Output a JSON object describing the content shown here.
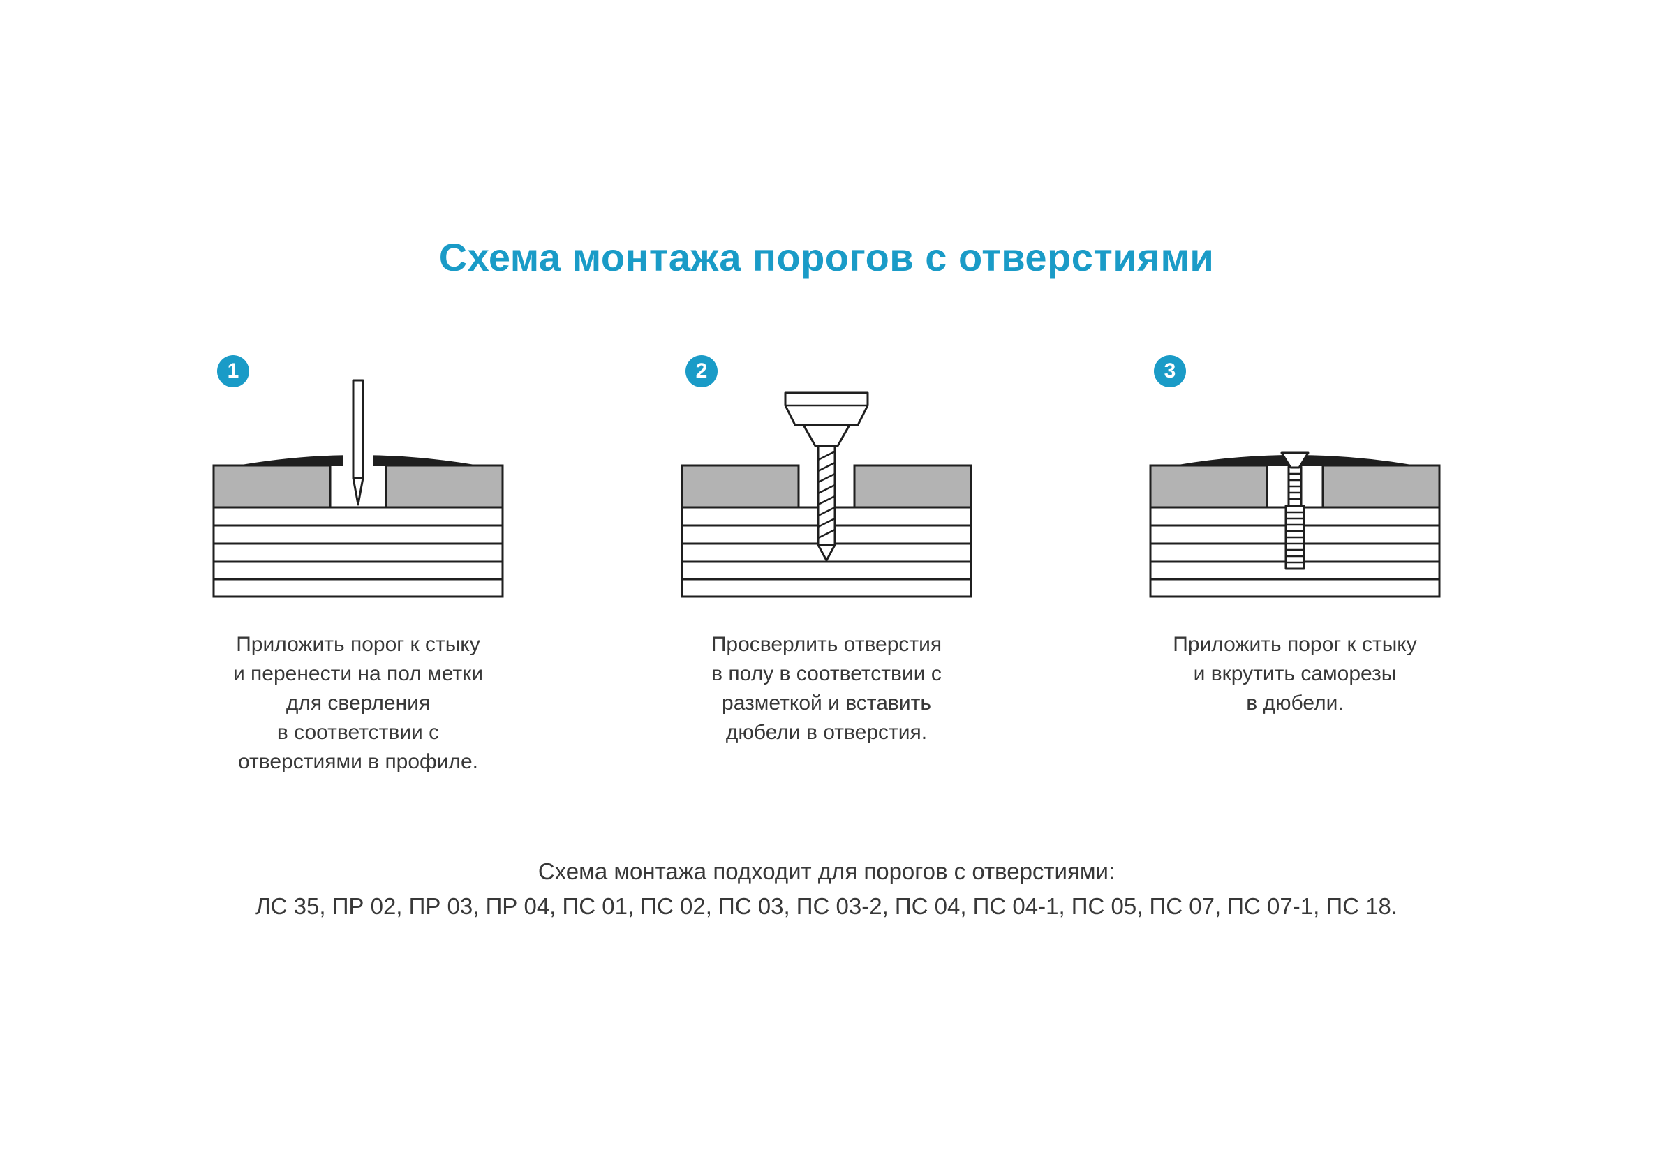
{
  "page": {
    "title": "Схема монтажа порогов с отверстиями"
  },
  "steps": [
    {
      "number": "1",
      "caption": "Приложить порог к стыку\nи перенести на пол метки\nдля сверления\nв соответствии с\nотверстиями в профиле."
    },
    {
      "number": "2",
      "caption": "Просверлить отверстия\nв полу в соответствии с\nразметкой и вставить\nдюбели в отверстия."
    },
    {
      "number": "3",
      "caption": "Приложить порог к стыку\nи вкрутить саморезы\nв дюбели."
    }
  ],
  "footer": {
    "line1": "Схема монтажа подходит для порогов с отверстиями:",
    "line2": "ЛС 35, ПР 02, ПР 03, ПР 04, ПС 01, ПС 02, ПС 03, ПС 03-2, ПС 04, ПС 04-1, ПС 05, ПС 07, ПС 07-1, ПС 18."
  },
  "colors": {
    "accent": "#1a9bc7",
    "text": "#383838",
    "floor-gray": "#b3b3b3",
    "outline": "#1f1f1f"
  }
}
